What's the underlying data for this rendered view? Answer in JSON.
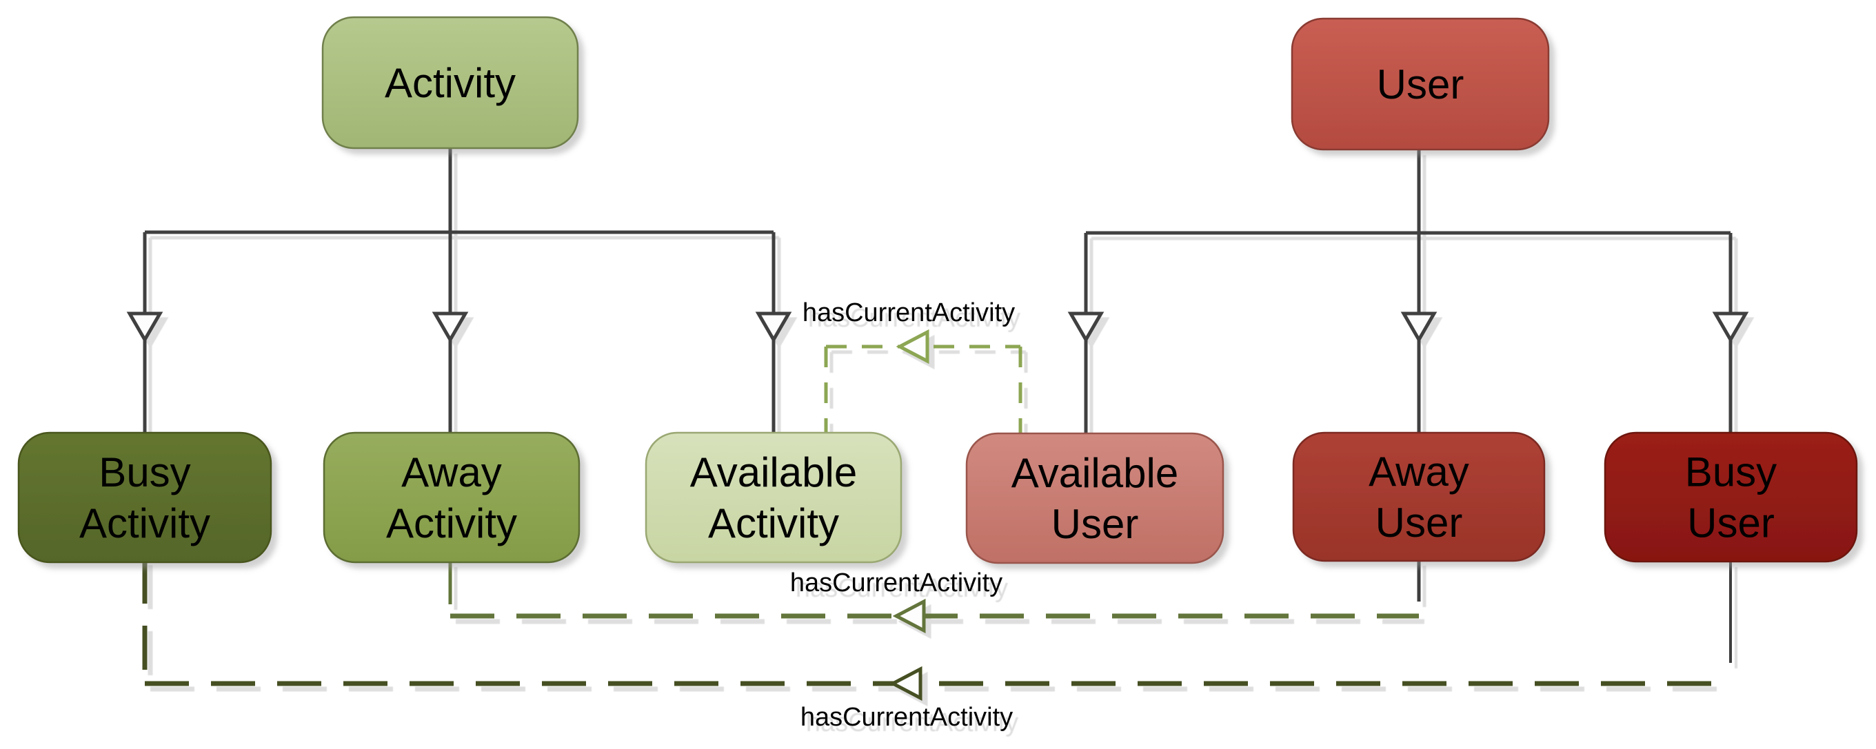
{
  "diagram": {
    "background": "#ffffff",
    "text_color": "#000000",
    "inheritance_color": "#404040",
    "arrowhead_fill": "#fdfdfd",
    "stub_color": "#3c3c3c",
    "nodes": [
      {
        "id": "activity",
        "lines": [
          "Activity"
        ],
        "fill_top": "#b6c98e",
        "fill_bottom": "#a1b674",
        "border": "#6f804c"
      },
      {
        "id": "user",
        "lines": [
          "User"
        ],
        "fill_top": "#c95e53",
        "fill_bottom": "#b44b40",
        "border": "#8a3b33"
      },
      {
        "id": "busy-activity",
        "lines": [
          "Busy",
          "Activity"
        ],
        "fill_top": "#64762f",
        "fill_bottom": "#55662a",
        "border": "#49561f"
      },
      {
        "id": "away-activity",
        "lines": [
          "Away",
          "Activity"
        ],
        "fill_top": "#97ad5e",
        "fill_bottom": "#849c47",
        "border": "#5c6d32"
      },
      {
        "id": "available-activity",
        "lines": [
          "Available",
          "Activity"
        ],
        "fill_top": "#d7e1bb",
        "fill_bottom": "#c8d5a3",
        "border": "#9aa873"
      },
      {
        "id": "available-user",
        "lines": [
          "Available",
          "User"
        ],
        "fill_top": "#d18a80",
        "fill_bottom": "#c07066",
        "border": "#9a554c"
      },
      {
        "id": "away-user",
        "lines": [
          "Away",
          "User"
        ],
        "fill_top": "#ae4136",
        "fill_bottom": "#9a3429",
        "border": "#7b2920"
      },
      {
        "id": "busy-user",
        "lines": [
          "Busy",
          "User"
        ],
        "fill_top": "#9b2018",
        "fill_bottom": "#881711",
        "border": "#6c120d"
      }
    ],
    "edges": [
      {
        "id": "hca-available",
        "label": "hasCurrentActivity",
        "color": "#8ca653"
      },
      {
        "id": "hca-away",
        "label": "hasCurrentActivity",
        "color": "#64743a"
      },
      {
        "id": "hca-busy",
        "label": "hasCurrentActivity",
        "color": "#454f20"
      }
    ]
  }
}
